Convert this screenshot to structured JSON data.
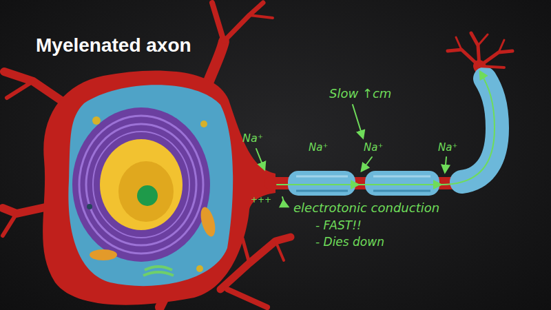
{
  "diagram": {
    "title": "Myelenated axon",
    "labels": [
      "Slow ↑cm",
      "Na⁺",
      "Na⁺",
      "Na⁺",
      "Na⁺",
      "+++",
      "electrotonic conduction",
      "- FAST!!",
      "- Dies down"
    ]
  }
}
